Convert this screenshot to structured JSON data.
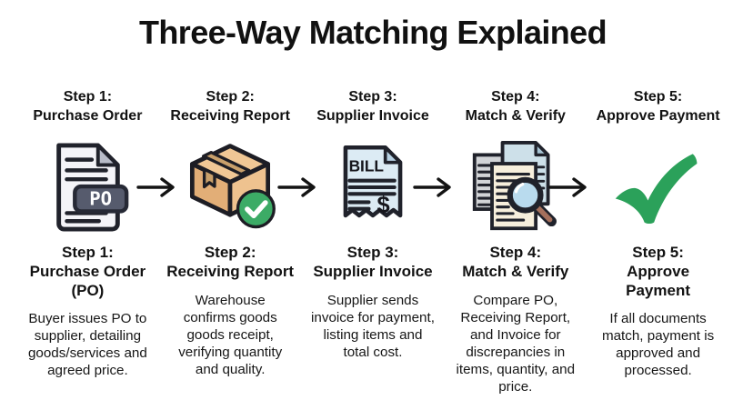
{
  "title": "Three-Way Matching Explained",
  "colors": {
    "outline": "#20222b",
    "check_green": "#2ba15a",
    "badge_green": "#3cab66",
    "box_tan_light": "#eec28f",
    "box_tan_dark": "#e2ae77",
    "box_top": "#f0c795",
    "tape_brown": "#c9a06b",
    "bill_blue": "#dcebf4",
    "bill_fold_blue": "#b7d1e3",
    "po_badge_slate": "#565b6d",
    "doc_gray": "#d2d4d7",
    "doc_blue": "#cde0e9",
    "doc_cream": "#f7efdc",
    "lens_blue": "#b9dbee",
    "handle_brown": "#a5705c",
    "background": "#ffffff",
    "text": "#131313"
  },
  "steps": [
    {
      "header": "Step 1:\nPurchase Order",
      "icon": "po-document-icon",
      "icon_label": "PO",
      "detail_title": "Step 1:\nPurchase Order\n(PO)",
      "description": "Buyer issues PO to\nsupplier, detailing\ngoods/services and\nagreed price."
    },
    {
      "header": "Step 2:\nReceiving Report",
      "icon": "package-check-icon",
      "icon_label": "",
      "detail_title": "Step 2:\nReceiving Report",
      "description": "Warehouse\nconfirms goods\ngoods receipt,\nverifying quantity\nand quality."
    },
    {
      "header": "Step 3:\nSupplier Invoice",
      "icon": "bill-invoice-icon",
      "icon_label": "BILL",
      "icon_symbol": "$",
      "detail_title": "Step 3:\nSupplier Invoice",
      "description": "Supplier sends\ninvoice for payment,\nlisting items and\ntotal cost."
    },
    {
      "header": "Step 4:\nMatch & Verify",
      "icon": "documents-magnifier-icon",
      "icon_label": "",
      "detail_title": "Step 4:\nMatch & Verify",
      "description": "Compare PO,\nReceiving Report,\nand Invoice for\ndiscrepancies in\nitems, quantity, and\nprice."
    },
    {
      "header": "Step 5:\nApprove Payment",
      "icon": "green-checkmark-icon",
      "icon_label": "",
      "detail_title": "Step 5:\nApprove\nPayment",
      "description": "If all documents\nmatch, payment is\napproved and\nprocessed."
    }
  ]
}
